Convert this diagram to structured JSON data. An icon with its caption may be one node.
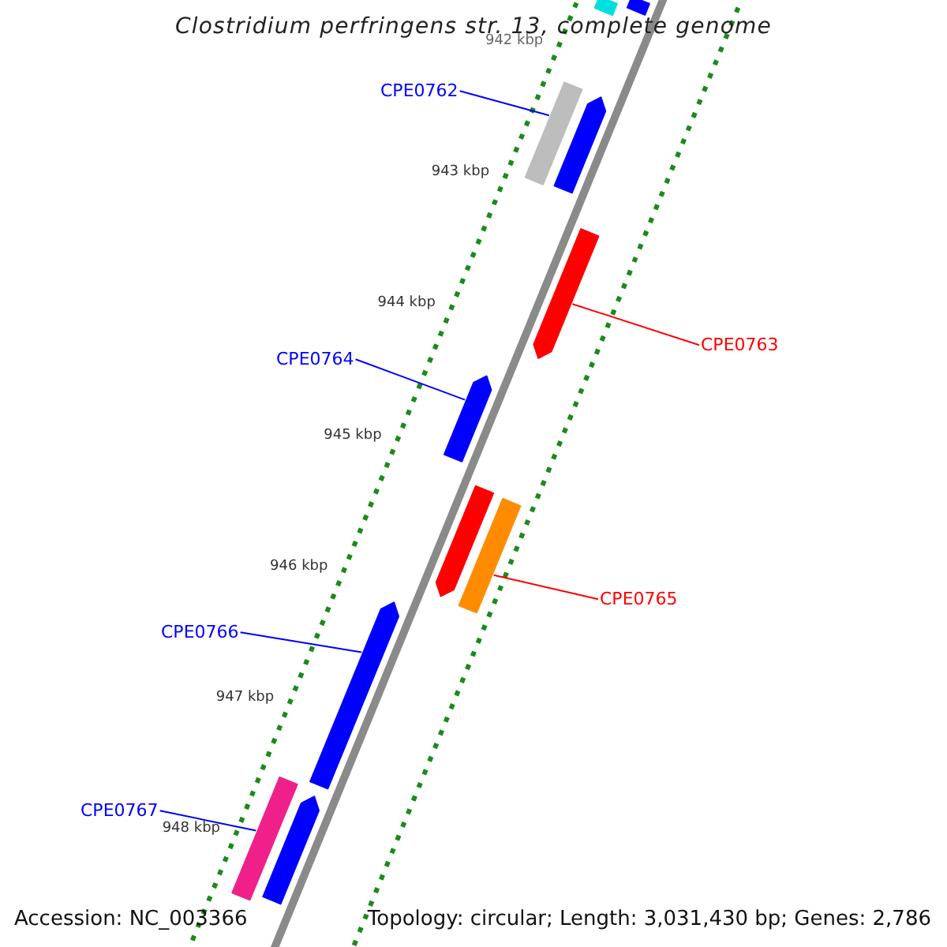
{
  "diagram": {
    "title": "Clostridium perfringens str. 13, complete genome",
    "nodes": [
      {
        "text": [
          "CPE0762"
        ]
      },
      {
        "text": [],
        "shape": "bar"
      },
      {
        "text": [
          "CPE0763"
        ]
      },
      {
        "text": [],
        "shape": "bar"
      },
      {
        "text": [
          "CPE0764"
        ]
      },
      {
        "text": [],
        "shape": "bar"
      },
      {
        "text": [
          "CPE0765"
        ]
      },
      {
        "text": [],
        "shape": "bar"
      },
      {
        "text": [
          "CPE0766"
        ]
      },
      {
        "text": [],
        "shape": "bar"
      },
      {
        "text": [
          "CPE0767"
        ]
      },
      {
        "text": [],
        "shape": "bar"
      },
      {
        "text": [],
        "shape": "bar"
      },
      {
        "text": [],
        "shape": "bar"
      },
      {
        "text": [],
        "shape": "bar"
      },
      {
        "text": [],
        "shape": "bar"
      },
      {
        "text": [],
        "shape": "bar"
      }
    ],
    "edges": [
      {
        "from": 0,
        "to": 1,
        "arrow": "none"
      },
      {
        "from": 2,
        "to": 3,
        "arrow": "none",
        "color": "#ff0000"
      },
      {
        "from": 4,
        "to": 5,
        "arrow": "none"
      },
      {
        "from": 6,
        "to": 7,
        "arrow": "none",
        "color": "#ff0000"
      },
      {
        "from": 8,
        "to": 9,
        "arrow": "none"
      },
      {
        "from": 10,
        "to": 11,
        "arrow": "none"
      }
    ],
    "labels": [
      "942 kbp",
      "943 kbp",
      "944 kbp",
      "945 kbp",
      "946 kbp",
      "947 kbp",
      "948 kbp",
      "Accession: NC_003366",
      "Topology: circular; Length: 3,031,430 bp; Genes: 2,786"
    ]
  }
}
